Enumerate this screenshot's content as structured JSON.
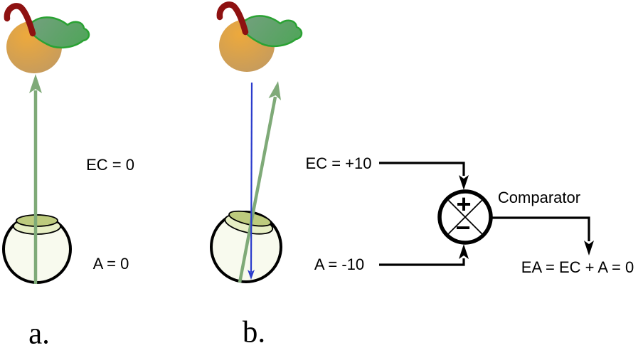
{
  "figure": {
    "panels": {
      "a": {
        "label": "a.",
        "ec": "EC = 0",
        "a": "A = 0"
      },
      "b": {
        "label": "b.",
        "ec": "EC = +10",
        "a": "A = -10"
      }
    },
    "comparator": {
      "label": "Comparator",
      "plus_sign": "+",
      "minus_sign": "−",
      "output": "EA = EC + A = 0"
    },
    "colors": {
      "gaze_green": "#7faa78",
      "retinal_blue": "#2b3ccc",
      "fruit_orange": "#eda93c",
      "fruit_shade": "#c29a60",
      "stem_red": "#8e1111",
      "leaf_dark": "#74a07f",
      "leaf_bright": "#54a45e",
      "leaf_edge": "#2aa233",
      "eye_fill": "#f8faee",
      "lens_dark": "#bdcb7d",
      "lens_pale": "#e7efc4",
      "ink": "#000000"
    }
  }
}
